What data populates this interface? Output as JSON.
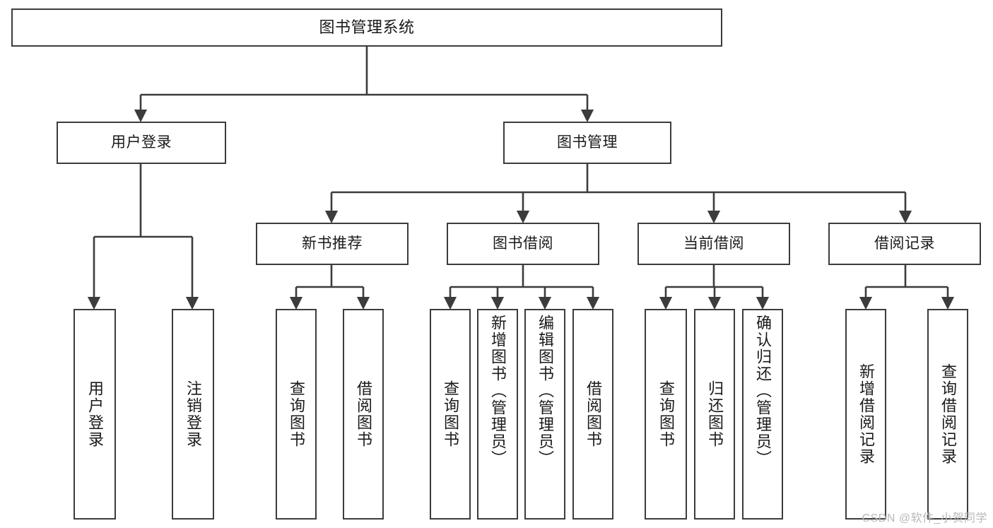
{
  "diagram": {
    "title": "图书管理系统",
    "watermark": "CSDN @软件_小贺同学",
    "colors": {
      "stroke": "#3c3c3c",
      "fill": "#ffffff",
      "text": "#1a1a1a",
      "watermark": "#b8b8b8"
    },
    "nodes": {
      "root": {
        "label": "图书管理系统"
      },
      "level2": [
        {
          "id": "user-login",
          "label": "用户登录"
        },
        {
          "id": "book-management",
          "label": "图书管理"
        }
      ],
      "level3": [
        {
          "id": "new-book-recommend",
          "label": "新书推荐"
        },
        {
          "id": "book-borrow",
          "label": "图书借阅"
        },
        {
          "id": "current-borrow",
          "label": "当前借阅"
        },
        {
          "id": "borrow-record",
          "label": "借阅记录"
        }
      ],
      "leaves": {
        "user_login": [
          {
            "id": "leaf-user-login",
            "label": "用户登录"
          },
          {
            "id": "leaf-logout-login",
            "label": "注销登录"
          }
        ],
        "new_book_recommend": [
          {
            "id": "leaf-query-book-1",
            "label": "查询图书"
          },
          {
            "id": "leaf-borrow-book-1",
            "label": "借阅图书"
          }
        ],
        "book_borrow": [
          {
            "id": "leaf-query-book-2",
            "label": "查询图书"
          },
          {
            "id": "leaf-add-book",
            "label": "新增图书（管理员）"
          },
          {
            "id": "leaf-edit-book",
            "label": "编辑图书（管理员）"
          },
          {
            "id": "leaf-borrow-book-2",
            "label": "借阅图书"
          }
        ],
        "current_borrow": [
          {
            "id": "leaf-query-book-3",
            "label": "查询图书"
          },
          {
            "id": "leaf-return-book",
            "label": "归还图书"
          },
          {
            "id": "leaf-confirm-return",
            "label": "确认归还（管理员）"
          }
        ],
        "borrow_record": [
          {
            "id": "leaf-add-record",
            "label": "新增借阅记录"
          },
          {
            "id": "leaf-query-record",
            "label": "查询借阅记录"
          }
        ]
      }
    }
  }
}
